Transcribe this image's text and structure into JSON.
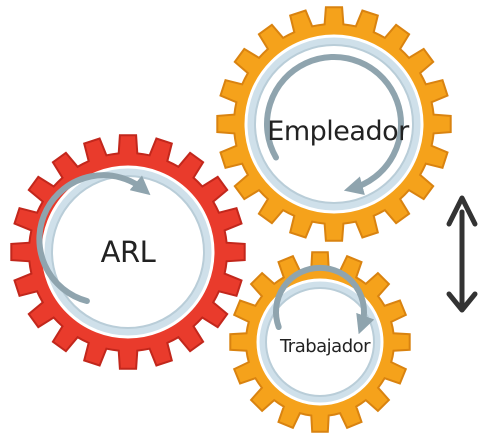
{
  "gears": [
    {
      "id": "empleador",
      "label": "Empleador",
      "body_color": "#f5a21b",
      "edge_color": "#d98310"
    },
    {
      "id": "arl",
      "label": "ARL",
      "body_color": "#e93b2c",
      "edge_color": "#c2271c"
    },
    {
      "id": "trabajador",
      "label": "Trabajador",
      "body_color": "#f5a21b",
      "edge_color": "#d98310"
    }
  ],
  "colors": {
    "inner_ring": "#cfe0ea",
    "inner_fill": "#ffffff",
    "cycle_arrow": "#8fa4ae",
    "side_arrow": "#333333"
  },
  "icons": {
    "cycle_arrow": "circular-arrow-icon",
    "side_arrow": "double-vertical-arrow-icon"
  }
}
